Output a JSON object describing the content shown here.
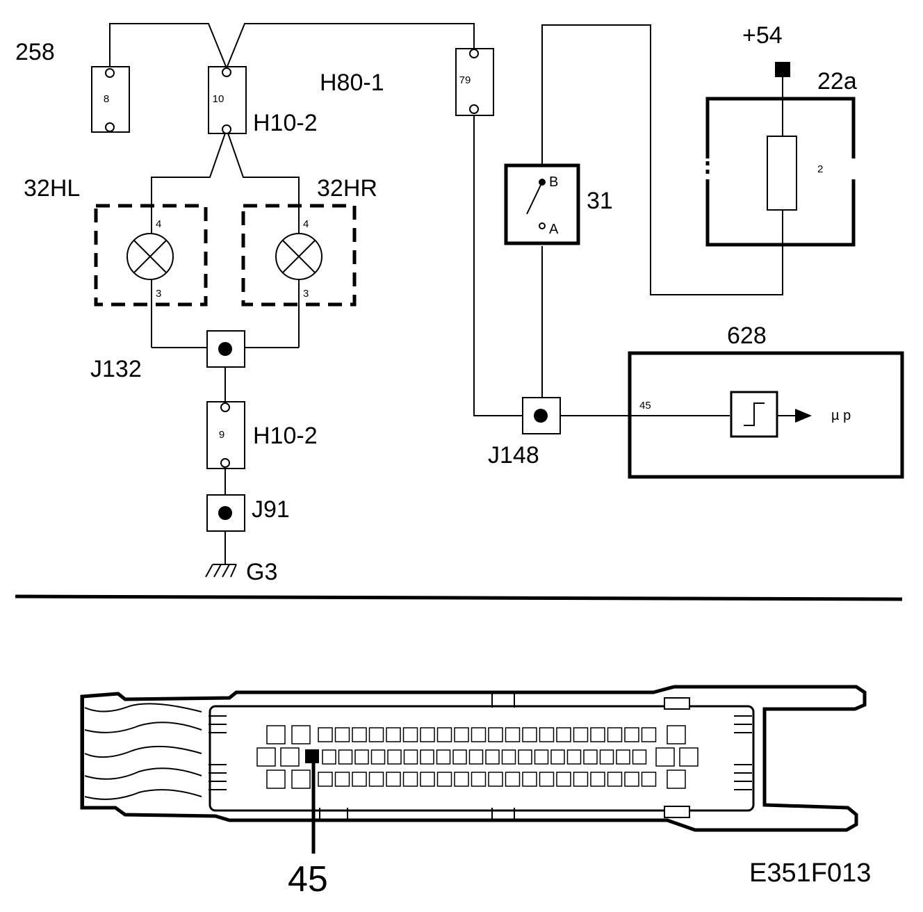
{
  "labels": {
    "ref_258": "258",
    "h80_1": "H80-1",
    "h10_2_top": "H10-2",
    "h10_2_bottom": "H10-2",
    "lamp_left": "32HL",
    "lamp_right": "32HR",
    "j132": "J132",
    "j91": "J91",
    "g3": "G3",
    "j148": "J148",
    "switch_ref": "31",
    "switch_b": "B",
    "switch_a": "A",
    "plus54": "+54",
    "unit_22a": "22a",
    "unit_22a_pin": "2",
    "ecu_628": "628",
    "ecu_pin": "45",
    "ecu_out": "µ p",
    "connector_pin_callout": "45",
    "figure_code": "E351F013"
  },
  "connector_pins": {
    "p8": "8",
    "p10": "10",
    "p79": "79",
    "p9": "9"
  },
  "lamp_pins": {
    "left_top": "4",
    "left_bottom": "3",
    "right_top": "4",
    "right_bottom": "3"
  }
}
